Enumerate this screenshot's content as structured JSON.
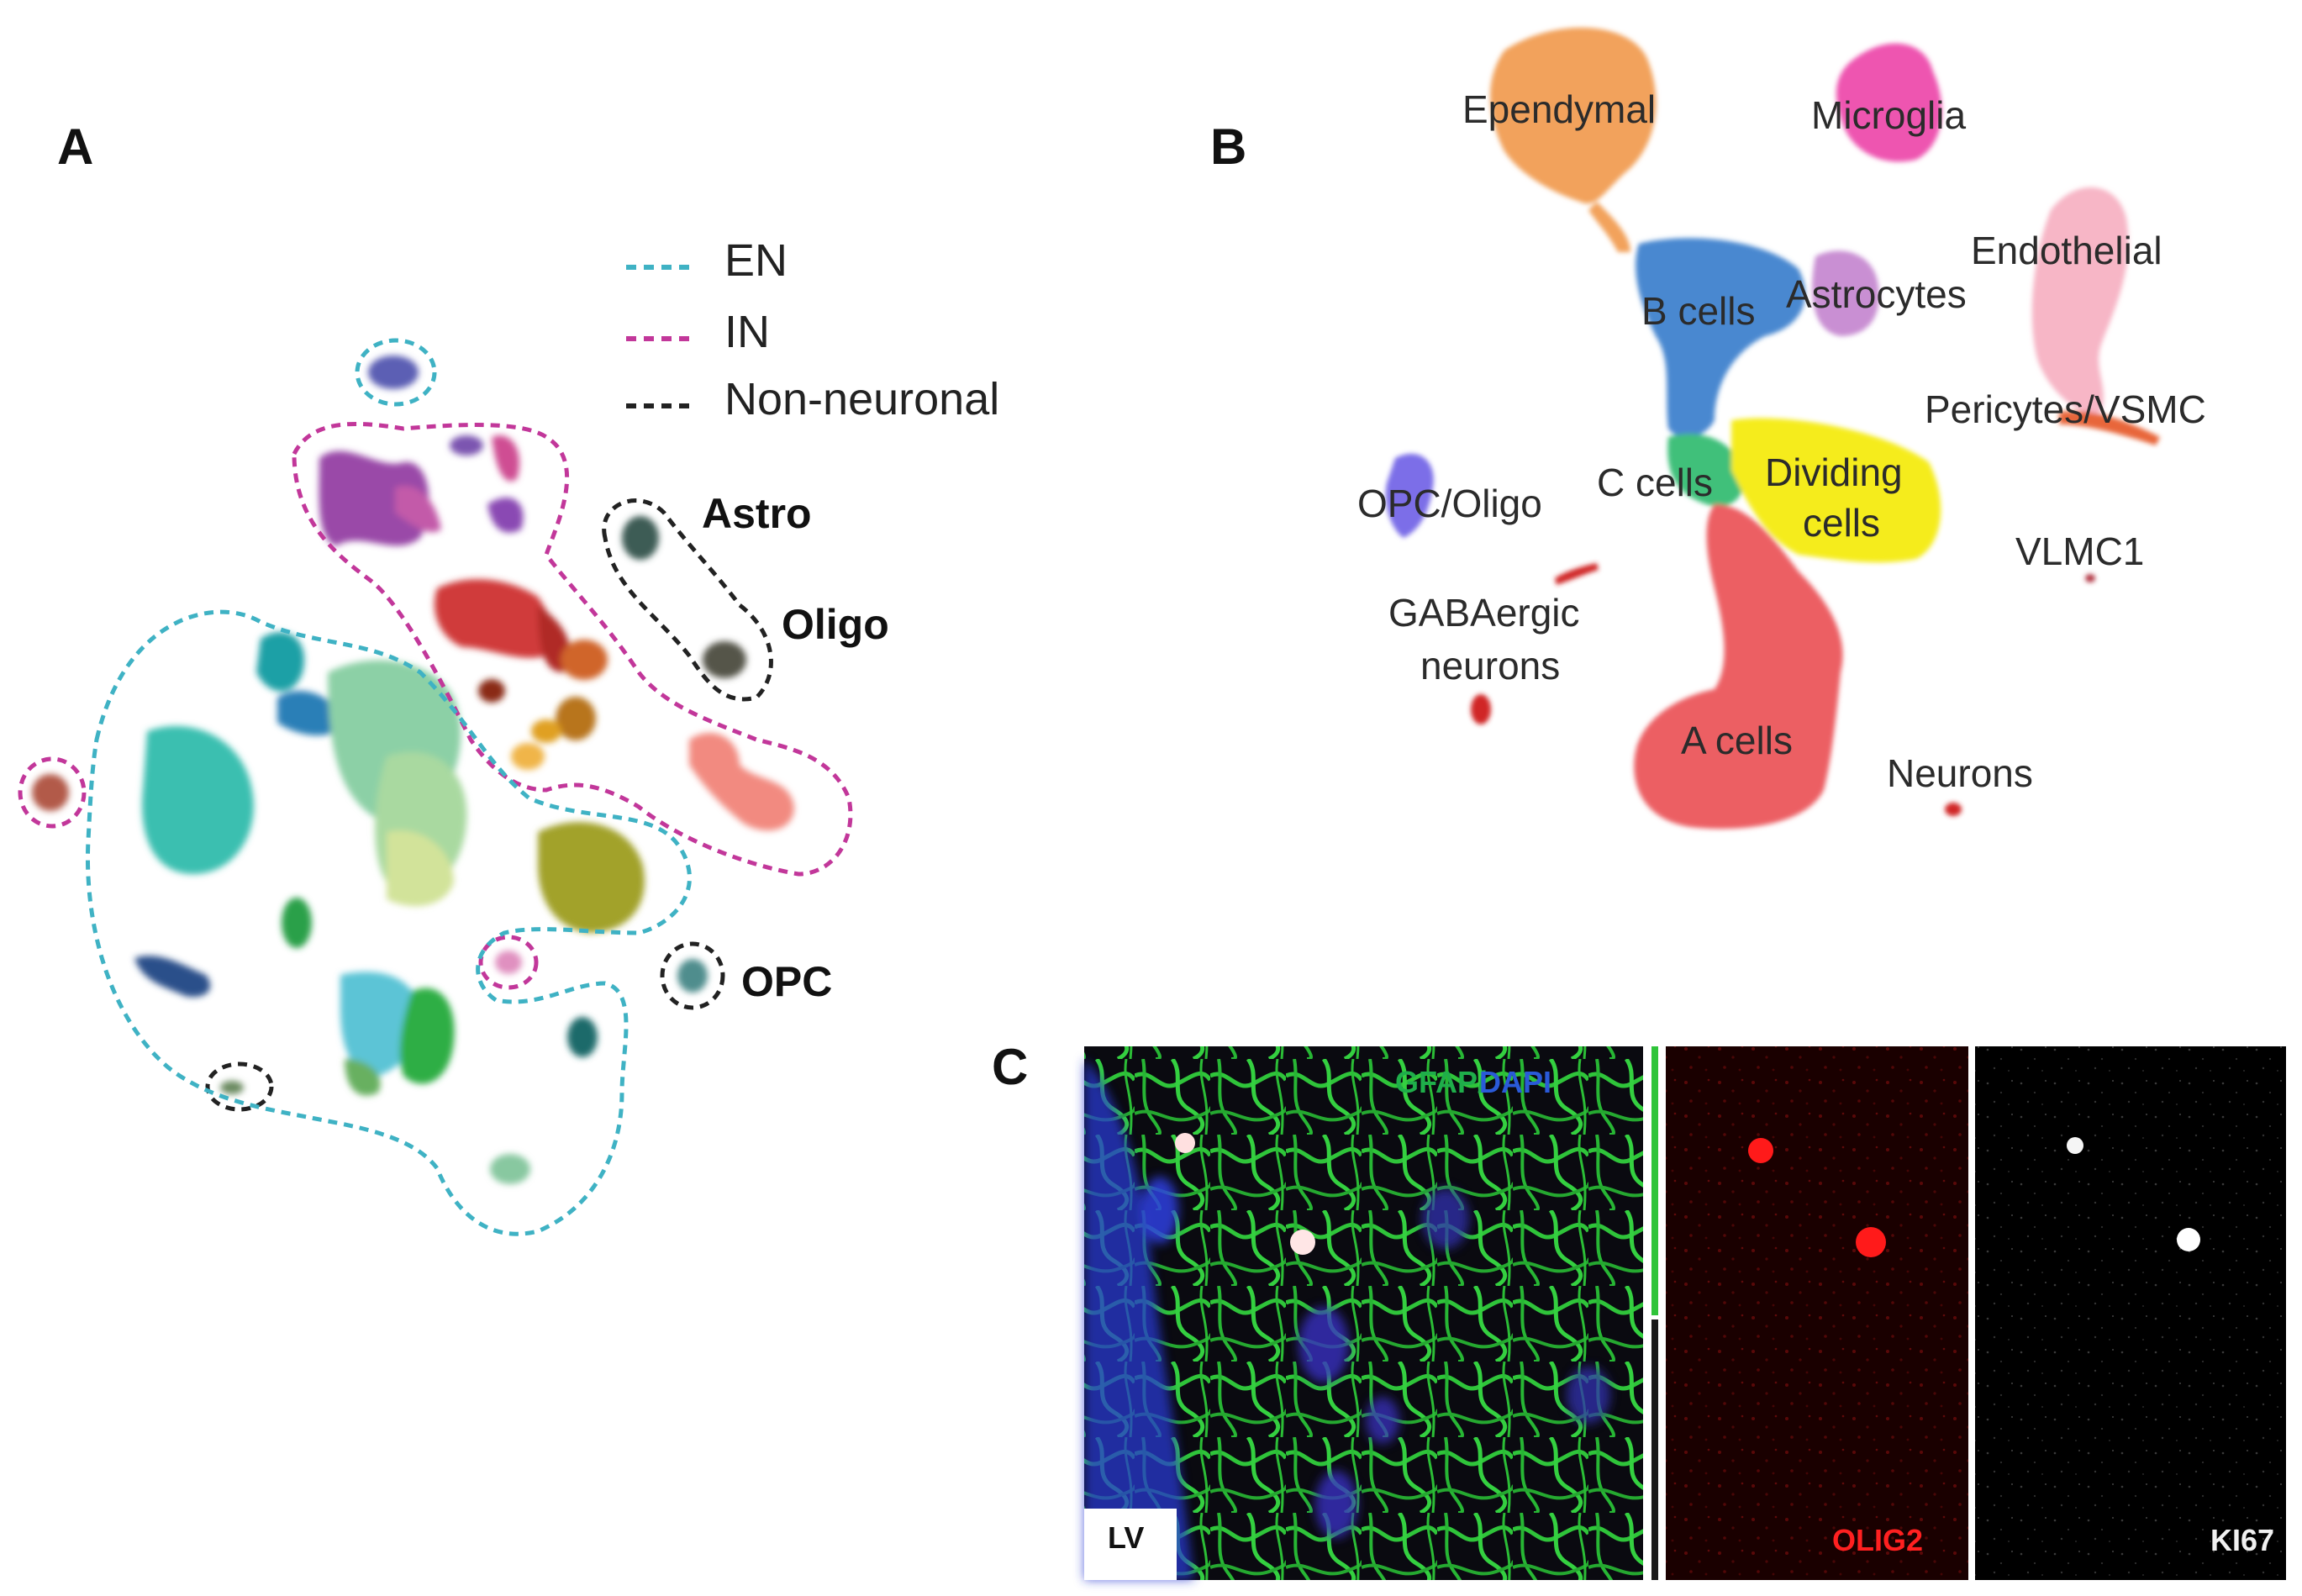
{
  "panels": {
    "a": {
      "letter": "A"
    },
    "b": {
      "letter": "B"
    },
    "c": {
      "letter": "C"
    }
  },
  "panel_a": {
    "legend": [
      {
        "label": "EN",
        "color": "#3fb2c4"
      },
      {
        "label": "IN",
        "color": "#c2379a"
      },
      {
        "label": "Non-neuronal",
        "color": "#222222"
      }
    ],
    "labels": {
      "astro": "Astro",
      "oligo": "Oligo",
      "opc": "OPC"
    }
  },
  "panel_b": {
    "clusters": [
      {
        "name": "Ependymal",
        "color": "#f2a25c"
      },
      {
        "name": "Microglia",
        "color": "#ee55b0"
      },
      {
        "name": "Endothelial",
        "color": "#f7b6c6"
      },
      {
        "name": "B cells",
        "color": "#4a88d0"
      },
      {
        "name": "Astrocytes",
        "color": "#c98fd3"
      },
      {
        "name": "Pericytes/VSMC",
        "color": "#e8663a"
      },
      {
        "name": "C cells",
        "color": "#3fc07a"
      },
      {
        "name": "Dividing",
        "color": "#f5ec1a"
      },
      {
        "name": "cells",
        "color": "#f5ec1a"
      },
      {
        "name": "OPC/Oligo",
        "color": "#7b6ee8"
      },
      {
        "name": "VLMC1",
        "color": "#b03040"
      },
      {
        "name": "GABAergic",
        "color": "#d02828"
      },
      {
        "name": "neurons",
        "color": "#d02828"
      },
      {
        "name": "A cells",
        "color": "#ec5f64"
      },
      {
        "name": "Neurons",
        "color": "#d02828"
      }
    ]
  },
  "panel_c": {
    "gfap": "GFAP/",
    "dapi": "DAPI",
    "lv": "LV",
    "olig2": "OLIG2",
    "ki67": "KI67"
  }
}
